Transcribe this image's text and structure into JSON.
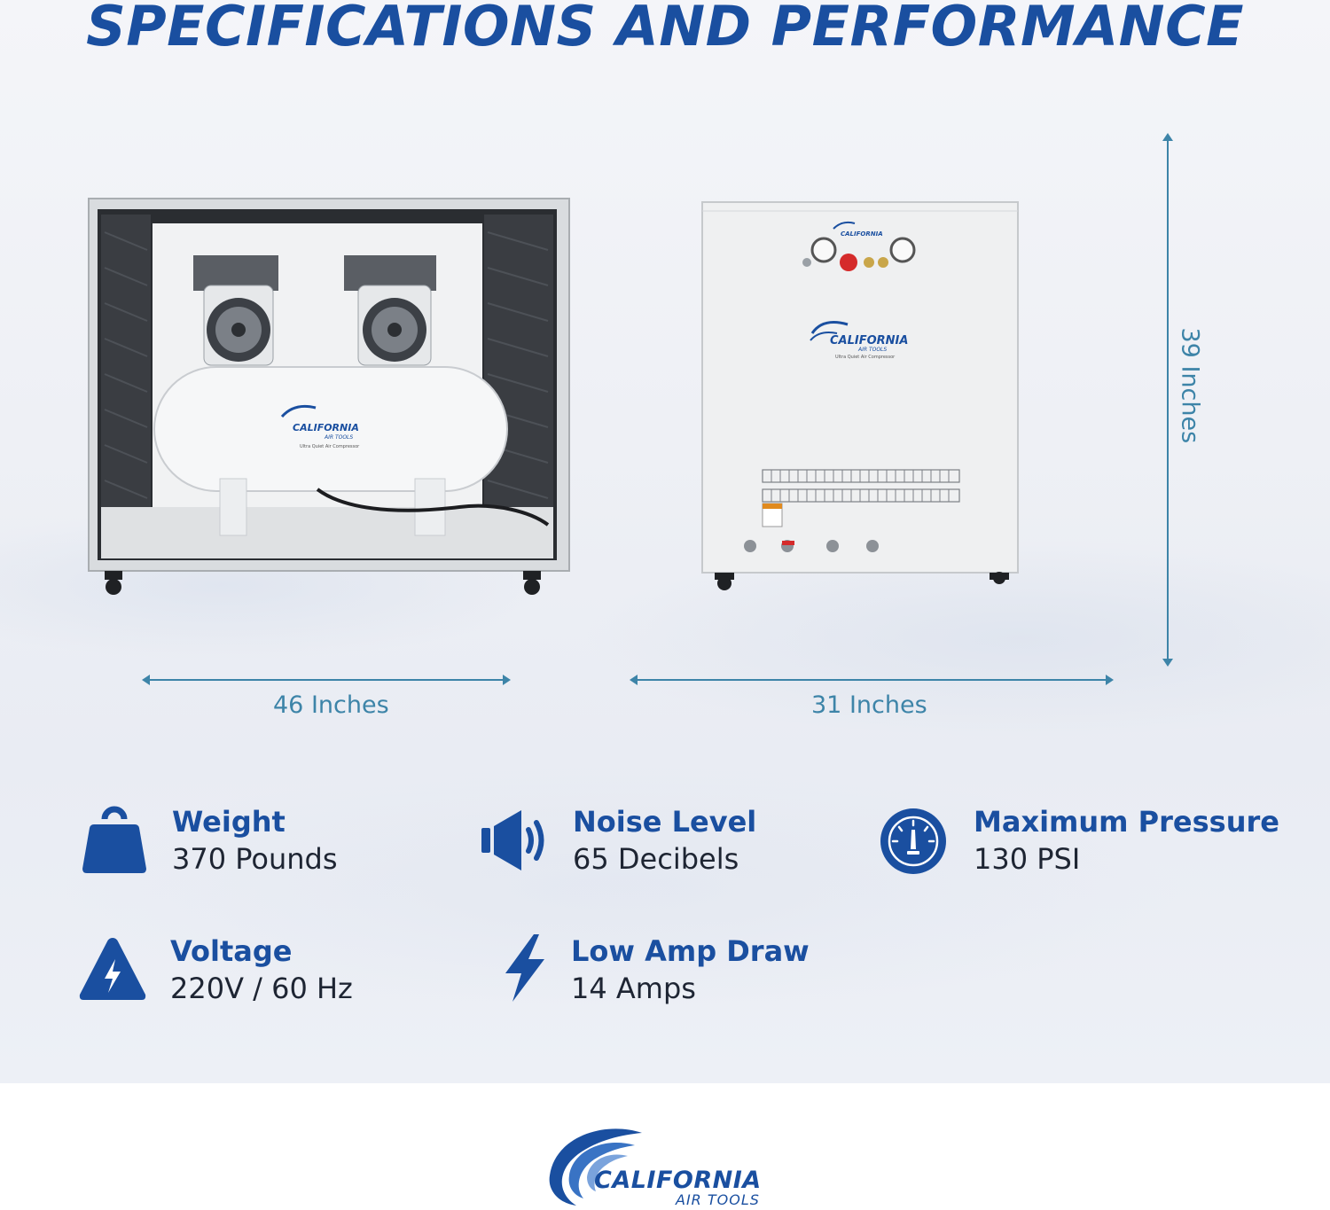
{
  "title": "SPECIFICATIONS AND PERFORMANCE",
  "dimensions": {
    "width_left": "46 Inches",
    "width_right": "31 Inches",
    "height": "39 Inches"
  },
  "product_images": {
    "open_unit": {
      "badge_brand": "CALIFORNIA",
      "badge_sub": "AIR TOOLS",
      "badge_desc": "Ultra Quiet Air Compressor"
    },
    "closed_unit": {
      "badge_brand": "CALIFORNIA",
      "badge_sub": "AIR TOOLS",
      "badge_desc": "Ultra Quiet Air Compressor"
    }
  },
  "specs": [
    {
      "name": "Weight",
      "value": "370 Pounds",
      "icon": "weight-icon"
    },
    {
      "name": "Noise Level",
      "value": "65 Decibels",
      "icon": "speaker-icon"
    },
    {
      "name": "Maximum Pressure",
      "value": "130 PSI",
      "icon": "pressure-gauge-icon"
    },
    {
      "name": "Voltage",
      "value": "220V / 60 Hz",
      "icon": "voltage-warning-icon"
    },
    {
      "name": "Low Amp Draw",
      "value": "14 Amps",
      "icon": "lightning-bolt-icon"
    }
  ],
  "footer_logo": {
    "brand": "CALIFORNIA",
    "sub": "AIR TOOLS"
  },
  "colors": {
    "brand_blue": "#1a4fa0",
    "dimension_blue": "#3d84a8",
    "text_dark": "#1e2533"
  }
}
